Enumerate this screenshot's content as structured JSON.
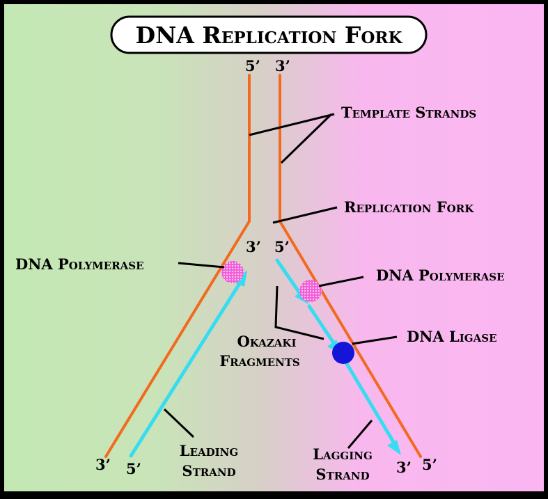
{
  "title": "DNA Replication Fork",
  "labels": {
    "template_strands": "Template Strands",
    "replication_fork": "Replication Fork",
    "dna_polymerase_left": "DNA Polymerase",
    "dna_polymerase_right": "DNA Polymerase",
    "dna_ligase": "DNA Ligase",
    "okazaki_line1": "Okazaki",
    "okazaki_line2": "Fragments",
    "leading_line1": "Leading",
    "leading_line2": "Strand",
    "lagging_line1": "Lagging",
    "lagging_line2": "Strand"
  },
  "strand_ends": {
    "top_left": "5’",
    "top_right": "3’",
    "fork_left": "3’",
    "fork_right": "5’",
    "bottom_left_template": "3’",
    "bottom_left_new": "5’",
    "bottom_right_new": "3’",
    "bottom_right_template": "5’"
  },
  "colors": {
    "background_left": "#c4e8b4",
    "background_middle": "#d6d2c6",
    "background_right": "#fbb6f2",
    "template_strand": "#f26a1e",
    "new_strand": "#36dcf0",
    "polymerase": "#f25ed8",
    "ligase": "#1515d8",
    "frame": "#000000"
  }
}
